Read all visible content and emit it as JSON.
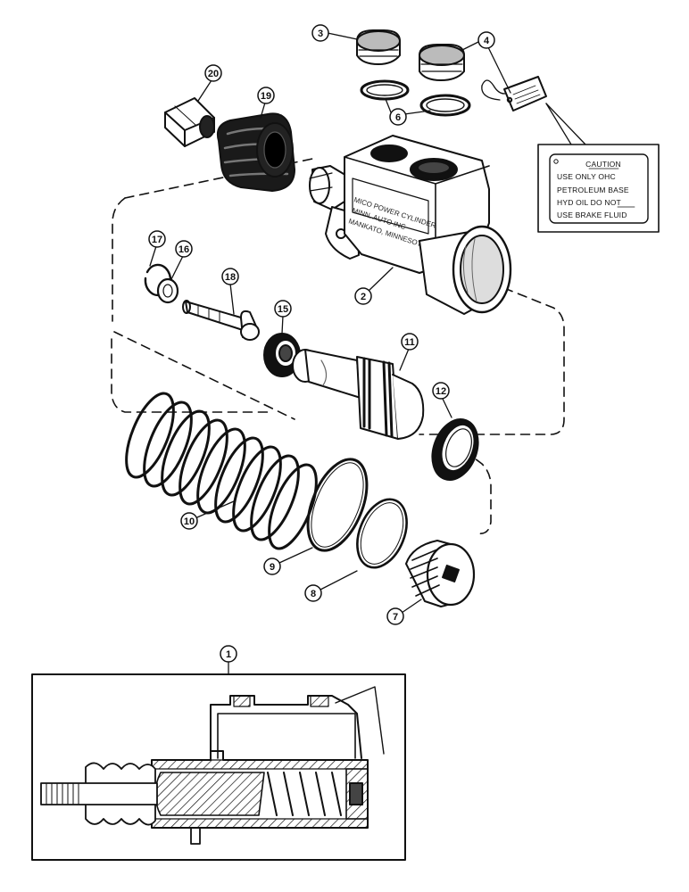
{
  "callouts": {
    "c1": "1",
    "c2": "2",
    "c3": "3",
    "c4": "4",
    "c6": "6",
    "c7": "7",
    "c8": "8",
    "c9": "9",
    "c10": "10",
    "c11": "11",
    "c12": "12",
    "c15": "15",
    "c16": "16",
    "c17": "17",
    "c18": "18",
    "c19": "19",
    "c20": "20"
  },
  "caution_tag": {
    "title": "CAUTION",
    "lines": [
      "USE ONLY OHC",
      "PETROLEUM BASE",
      "HYD  OIL  DO  NOT",
      "USE BRAKE FLUID"
    ]
  },
  "housing_casting": {
    "lines": [
      "MICO POWER CYLINDER",
      "MINN. AUTO INC",
      "MANKATO, MINNESOTA"
    ]
  }
}
